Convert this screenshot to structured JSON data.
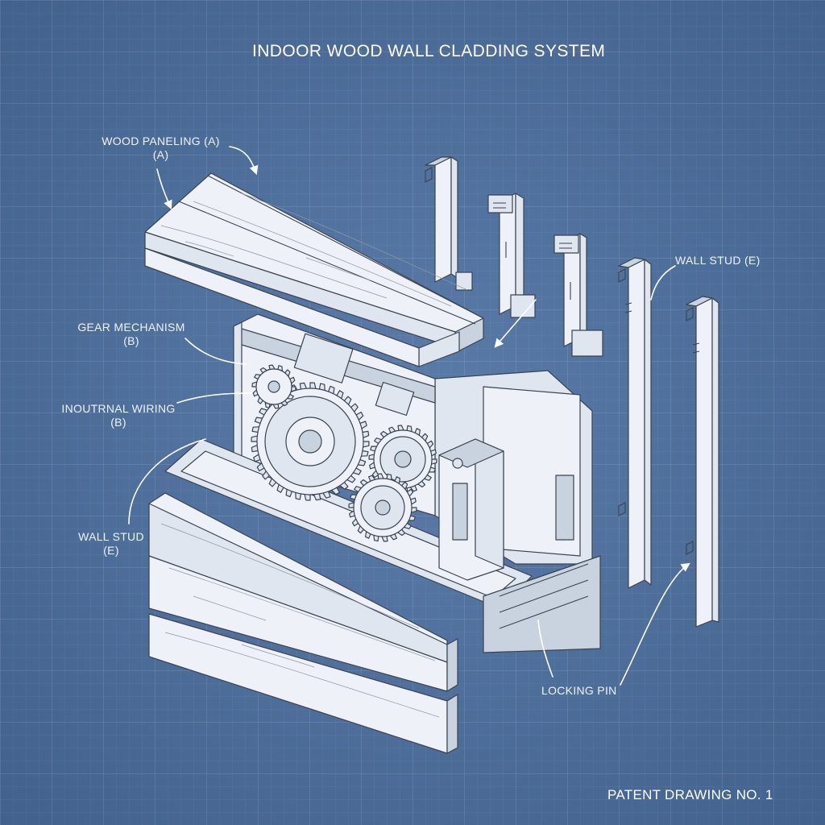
{
  "title": "INDOOR WOOD WALL CLADDING SYSTEM",
  "footer": "PATENT DRAWING NO. 1",
  "labels": {
    "wood_paneling": {
      "line1": "WOOD PANELING (A)",
      "line2": "(A)"
    },
    "gear_mechanism": {
      "line1": "GEAR MECHANISM",
      "line2": "(B)"
    },
    "internal_wiring": {
      "line1": "INOUTRNAL WIRING",
      "line2": "(B)"
    },
    "wall_stud_left": {
      "line1": "WALL STUD",
      "line2": "(E)"
    },
    "wall_stud_right": {
      "line1": "WALL STUD (E)"
    },
    "locking_pin": {
      "line1": "LOCKING PIN"
    }
  },
  "colors": {
    "background": "#4b6e9b",
    "line": "#ffffff",
    "part_fill": "#eef2f8"
  }
}
